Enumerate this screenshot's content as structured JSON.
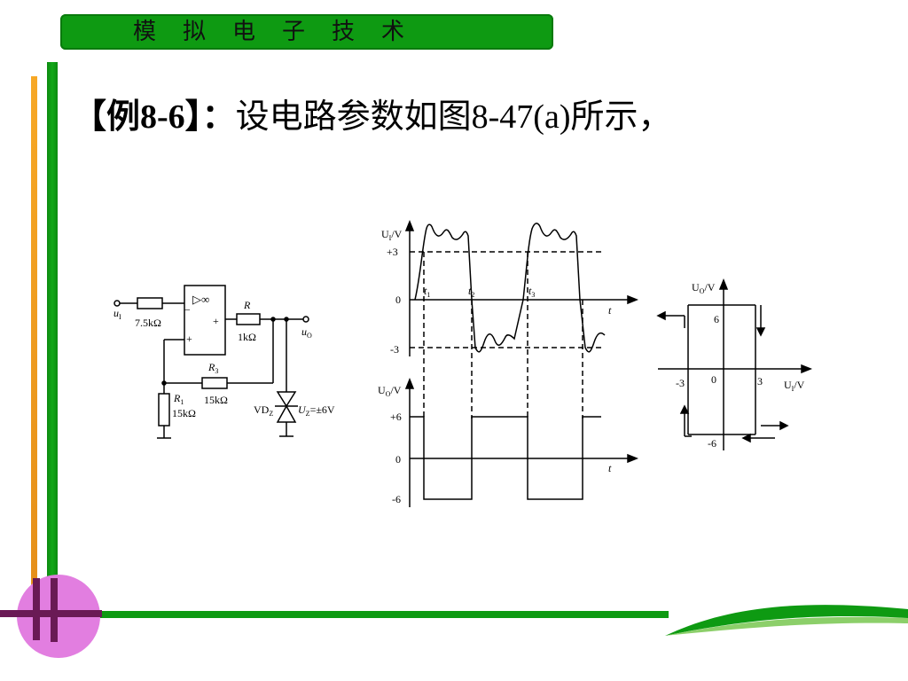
{
  "slide": {
    "banner_title": "模拟电子技术",
    "heading_prefix": "【例8-6】：",
    "heading_text": "设电路参数如图8-47(a)所示，"
  },
  "circuit": {
    "input_label": "u",
    "input_sub": "I",
    "r_in": "7.5kΩ",
    "r_label": "R",
    "r_value": "1kΩ",
    "r3_label": "R",
    "r3_sub": "3",
    "r3_value": "15kΩ",
    "r1_label": "R",
    "r1_sub": "1",
    "r1_value": "15kΩ",
    "output_label": "u",
    "output_sub": "O",
    "opamp_symbol": "▷∞",
    "minus": "_",
    "plus": "+",
    "zener_label": "VD",
    "zener_sub": "Z",
    "zener_value_prefix": "U",
    "zener_value_sub": "Z",
    "zener_value": "=±6V"
  },
  "waveform": {
    "ui_axis": "U",
    "ui_axis_sub": "I",
    "ui_axis_unit": "/V",
    "uo_axis": "U",
    "uo_axis_sub": "O",
    "uo_axis_unit": "/V",
    "ui_ticks": [
      "+3",
      "0",
      "-3"
    ],
    "uo_ticks": [
      "+6",
      "0",
      "-6"
    ],
    "time_label": "t",
    "t1": "t",
    "t1_sub": "1",
    "t2": "t",
    "t2_sub": "2",
    "t3": "t",
    "t3_sub": "3"
  },
  "transfer": {
    "y_axis": "U",
    "y_axis_sub": "O",
    "y_axis_unit": "/V",
    "x_axis": "U",
    "x_axis_sub": "I",
    "x_axis_unit": "/V",
    "y_pos": "6",
    "y_neg": "-6",
    "x_neg": "-3",
    "x_pos": "3",
    "origin": "0"
  },
  "colors": {
    "banner": "#0e9a12",
    "green_bar": "#0e9a12",
    "orange_bar": "#f29a1e",
    "circle": "#e27ee0",
    "cross": "#6a1a55"
  }
}
